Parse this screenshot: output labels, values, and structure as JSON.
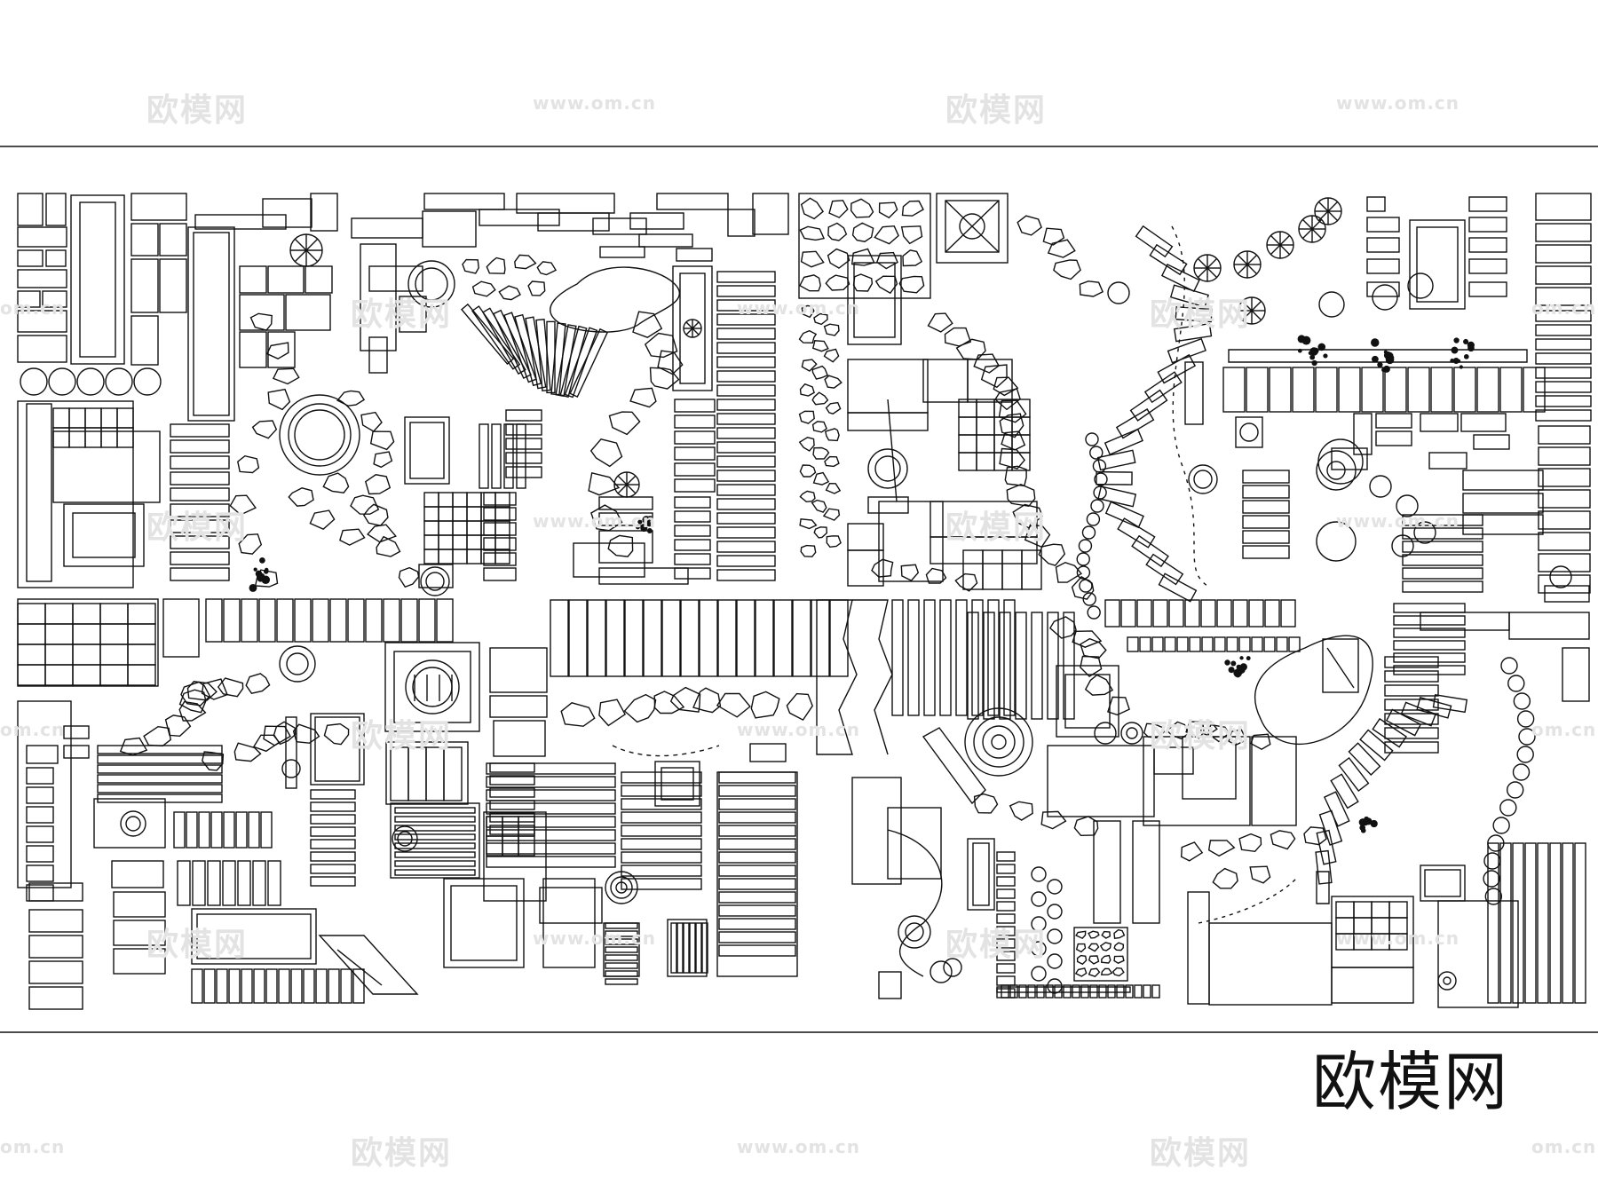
{
  "brand": {
    "logo_text": "欧模网"
  },
  "watermark": {
    "cn": "欧模网",
    "url": "www.om.cn",
    "url_short": "om.cn"
  },
  "colors": {
    "line": "#111111",
    "watermark": "#e3e3e3",
    "background": "#ffffff"
  },
  "sections": [
    "paving-blocks",
    "stepping-stone-paths",
    "circular-features",
    "planting-symbols",
    "brick-grids"
  ]
}
